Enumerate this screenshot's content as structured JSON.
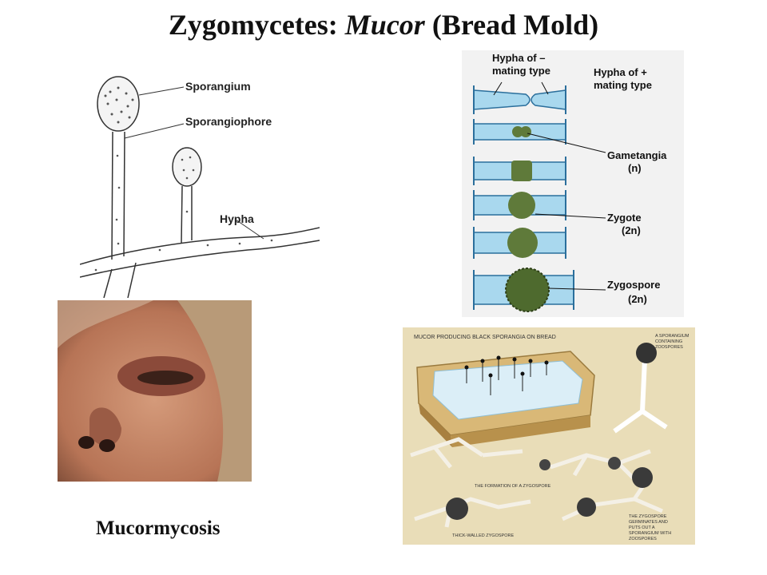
{
  "title": {
    "main": "Zygomycetes: ",
    "italic": "Mucor",
    "rest": " (Bread Mold)"
  },
  "left_diagram": {
    "labels": {
      "sporangium": "Sporangium",
      "sporangiophore": "Sporangiophore",
      "hypha": "Hypha"
    }
  },
  "right_diagram": {
    "labels": {
      "minus_line1": "Hypha of –",
      "minus_line2": "mating type",
      "plus_line1": "Hypha of +",
      "plus_line2": "mating type",
      "gametangia": "Gametangia",
      "gametangia_ploidy": "(n)",
      "zygote": "Zygote",
      "zygote_ploidy": "(2n)",
      "zygospore": "Zygospore",
      "zygospore_ploidy": "(2n)"
    }
  },
  "bread_panel": {
    "labels": {
      "heading": "MUCOR PRODUCING BLACK SPORANGIA ON BREAD",
      "sporangium_note_1": "A SPORANGIUM",
      "sporangium_note_2": "CONTAINING",
      "sporangium_note_3": "ZOOSPORES",
      "formation": "THE FORMATION OF A ZYGOSPORE",
      "thick_walled": "THICK-WALLED ZYGOSPORE",
      "germinates_1": "THE ZYGOSPORE",
      "germinates_2": "GERMINATES AND",
      "germinates_3": "PUTS OUT A",
      "germinates_4": "SPORANGIUM WITH",
      "germinates_5": "ZOOSPORES"
    }
  },
  "caption": "Mucormycosis",
  "colors": {
    "hypha_blue": "#a9d8ee",
    "spore_green": "#5f7a3a",
    "bread_tan": "#d9b877",
    "panel_bg": "#e9ddb8"
  }
}
